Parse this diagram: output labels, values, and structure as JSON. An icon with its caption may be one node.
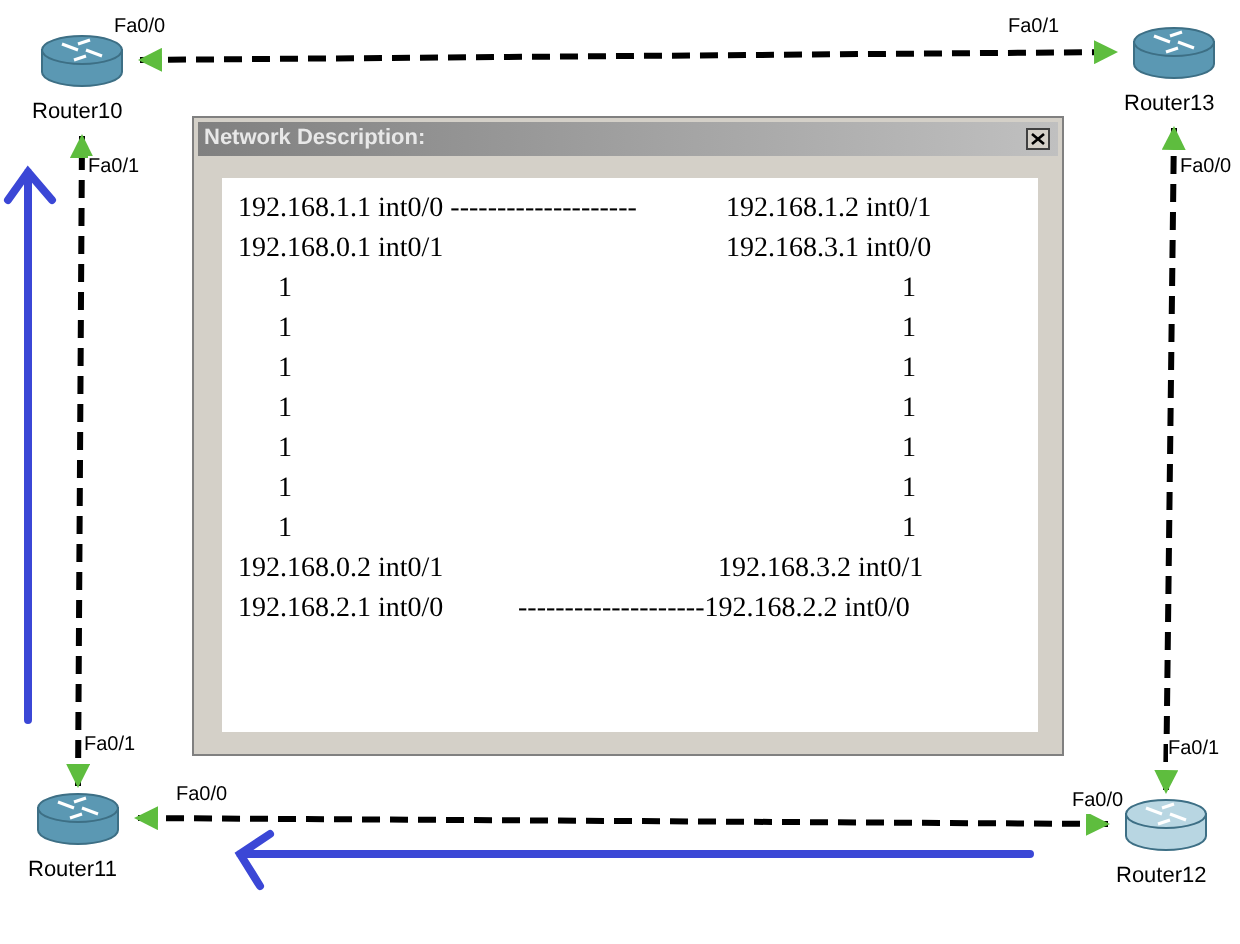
{
  "diagram": {
    "nodes": [
      {
        "text": [
          "Router10"
        ]
      },
      {
        "text": [
          "Router13"
        ]
      },
      {
        "text": [
          "Router11"
        ]
      },
      {
        "text": [
          "Router12"
        ]
      },
      {
        "text": [
          "Network Description:",
          "192.168.1.1 int0/0 --------------------",
          "192.168.1.2 int0/1",
          "192.168.0.1 int0/1",
          "192.168.3.1 int0/0",
          "1",
          "1",
          "1",
          "1",
          "1",
          "1",
          "1",
          "1",
          "1",
          "1",
          "1",
          "1",
          "1",
          "1",
          "192.168.0.2 int0/1",
          "192.168.3.2 int0/1",
          "192.168.2.1 int0/0",
          "--------------------192.168.2.2 int0/0"
        ]
      }
    ],
    "edges": [
      {
        "from": 0,
        "to": 1,
        "arrow": "both",
        "style": "dashed"
      },
      {
        "from": 1,
        "to": 3,
        "arrow": "both",
        "style": "dashed"
      },
      {
        "from": 3,
        "to": 2,
        "arrow": "both",
        "style": "dashed"
      },
      {
        "from": 2,
        "to": 0,
        "arrow": "both",
        "style": "dashed"
      }
    ],
    "labels": [
      "Fa0/0",
      "Fa0/1",
      "Fa0/1",
      "Fa0/0",
      "Fa0/1",
      "Fa0/1",
      "Fa0/0",
      "Fa0/0"
    ]
  }
}
